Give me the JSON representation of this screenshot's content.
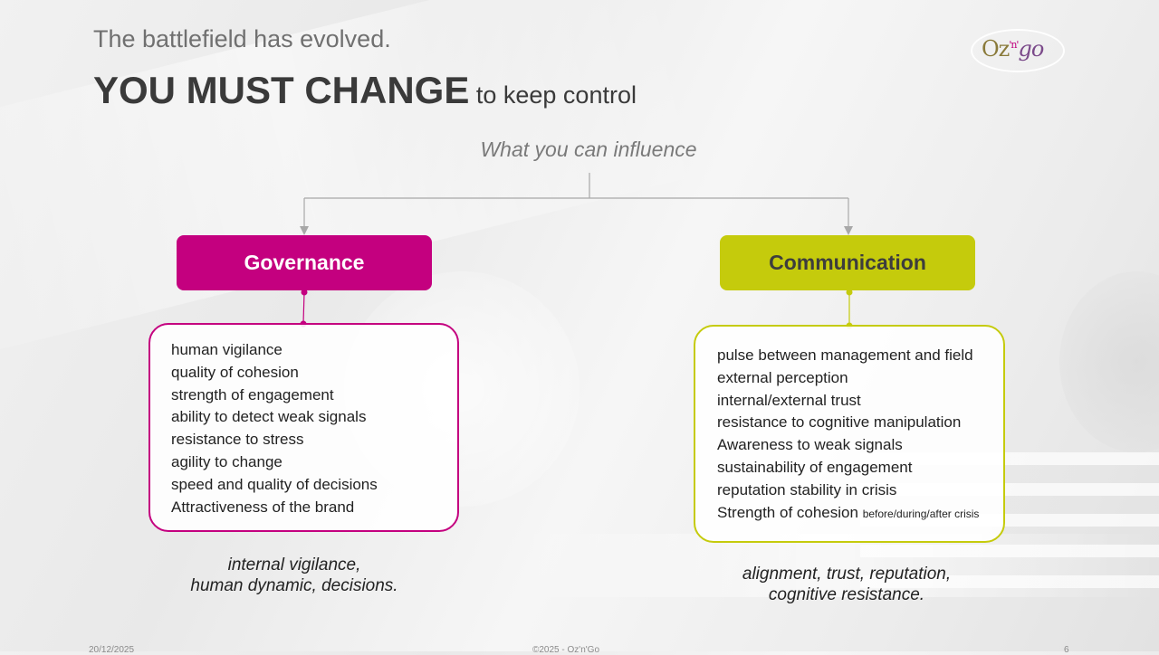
{
  "slide": {
    "subtitle": "The battlefield has evolved.",
    "title_strong": "YOU MUST CHANGE",
    "title_rest": " to keep control",
    "influence_label": "What you can influence"
  },
  "logo": {
    "part1": "Oz",
    "part2": "'n'",
    "part3": "go"
  },
  "governance": {
    "label": "Governance",
    "color": "#c4007f",
    "items": [
      "human vigilance",
      "quality of cohesion",
      "strength of engagement",
      "ability to detect weak signals",
      "resistance to stress",
      "agility to change",
      "speed and quality of decisions",
      "Attractiveness of the brand"
    ],
    "caption_line1": "internal vigilance,",
    "caption_line2": "human dynamic, decisions."
  },
  "communication": {
    "label": "Communication",
    "color": "#c5cb0c",
    "items": [
      "pulse between management and field",
      "external perception",
      "internal/external trust",
      "resistance to cognitive manipulation",
      "Awareness to weak signals",
      "sustainability of engagement",
      "reputation stability in crisis",
      "Strength of cohesion"
    ],
    "last_item_note": "before/during/after crisis",
    "caption_line1": "alignment, trust, reputation,",
    "caption_line2": "cognitive resistance."
  },
  "footer": {
    "date": "20/12/2025",
    "copyright": "©2025 - Oz'n'Go",
    "page": "6"
  }
}
